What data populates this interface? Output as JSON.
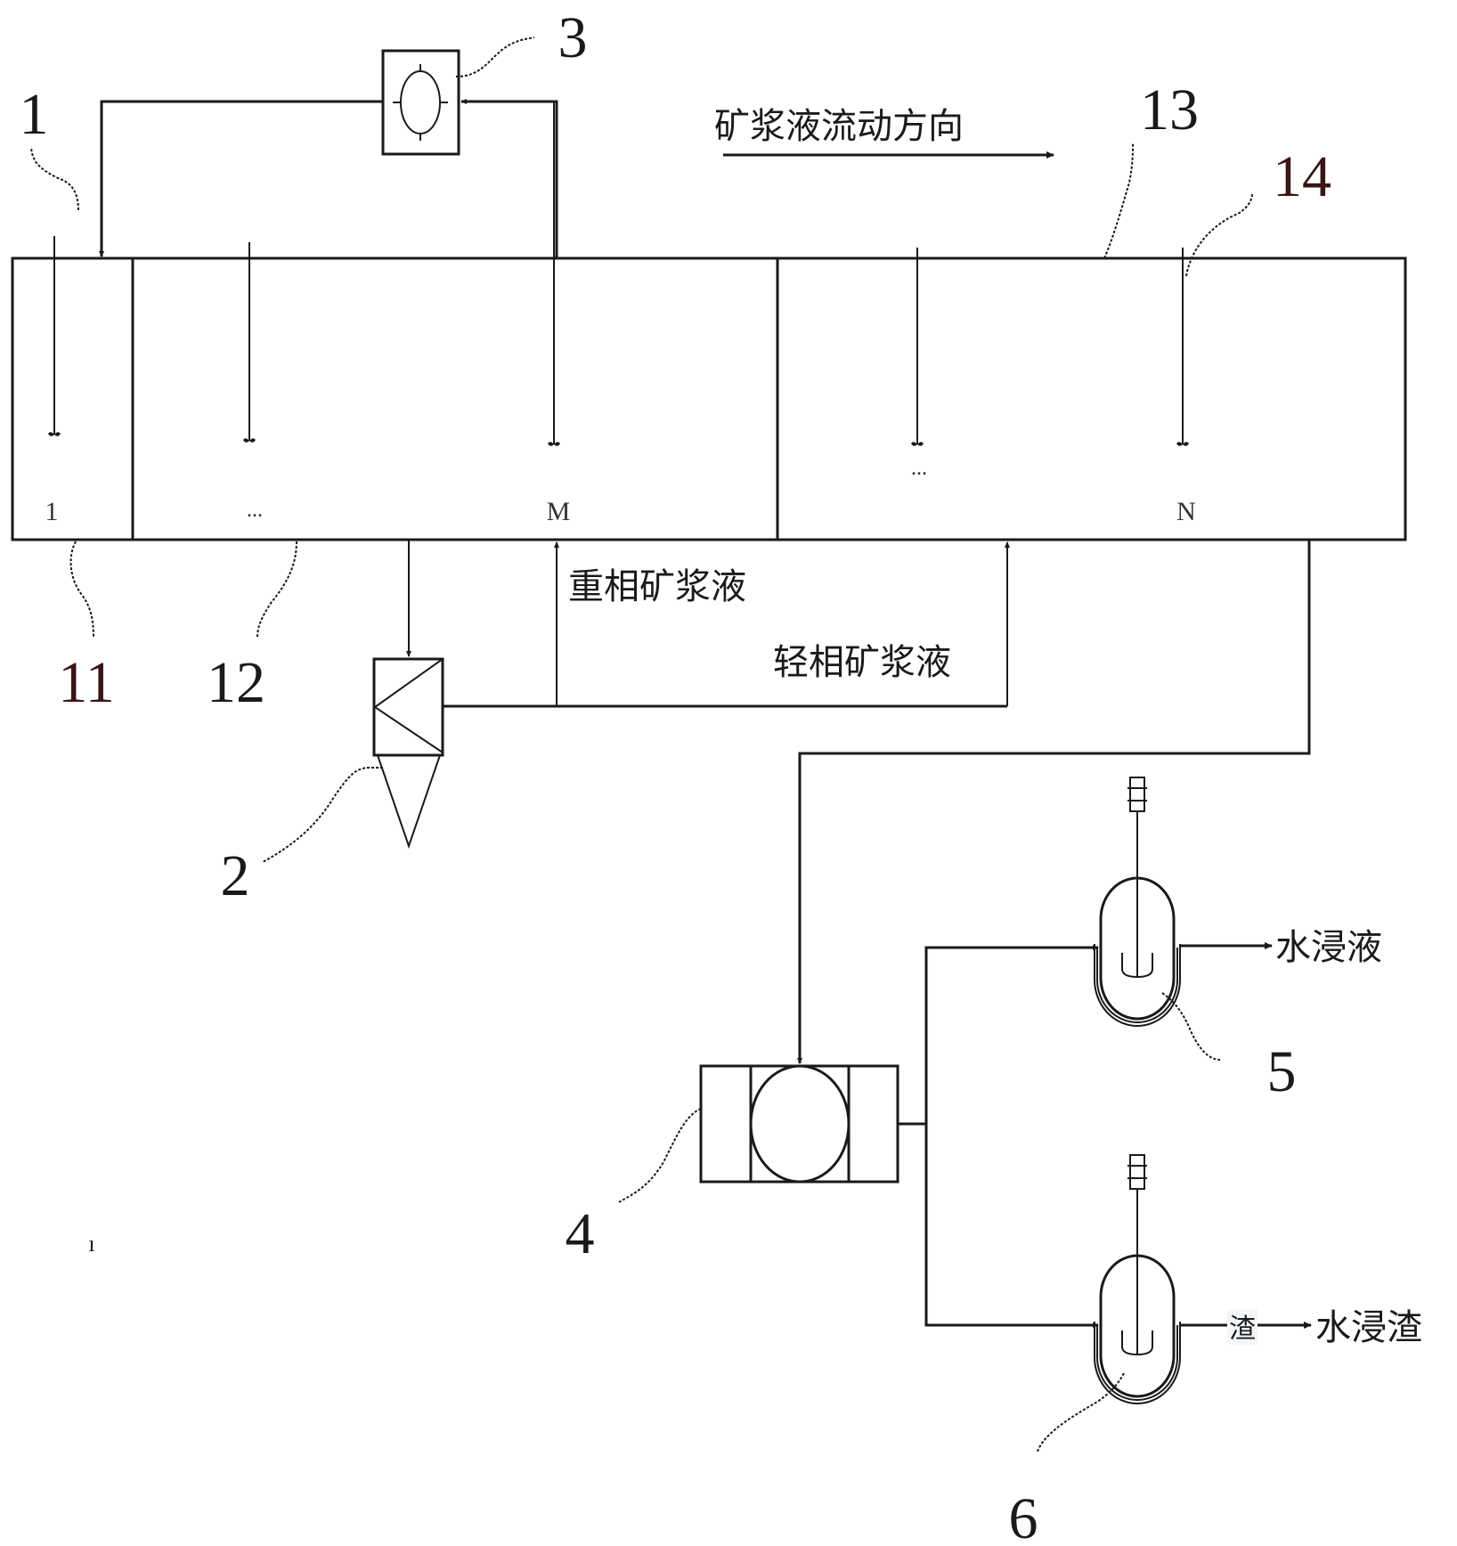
{
  "diagram": {
    "title": "Ore slurry leaching process flow",
    "flow_direction_label": "矿浆液流动方向",
    "stream_labels": {
      "heavy_phase": "重相矿浆液",
      "light_phase": "轻相矿浆液",
      "water_leach_liquid": "水浸液",
      "water_leach_residue": "水浸渣",
      "residue_tag": "渣"
    },
    "tank_cells": {
      "first": "1",
      "middle_ellipsis": "...",
      "m": "M",
      "right_ellipsis": "...",
      "n": "N"
    },
    "reference_numerals": {
      "agitator": "1",
      "cyclone": "2",
      "pump": "3",
      "filter": "4",
      "reactor_liquid": "5",
      "reactor_residue": "6",
      "first_cell": "11",
      "middle_cells": "12",
      "tank_body": "13",
      "last_agitator": "14"
    },
    "stray_mark": "ı"
  }
}
